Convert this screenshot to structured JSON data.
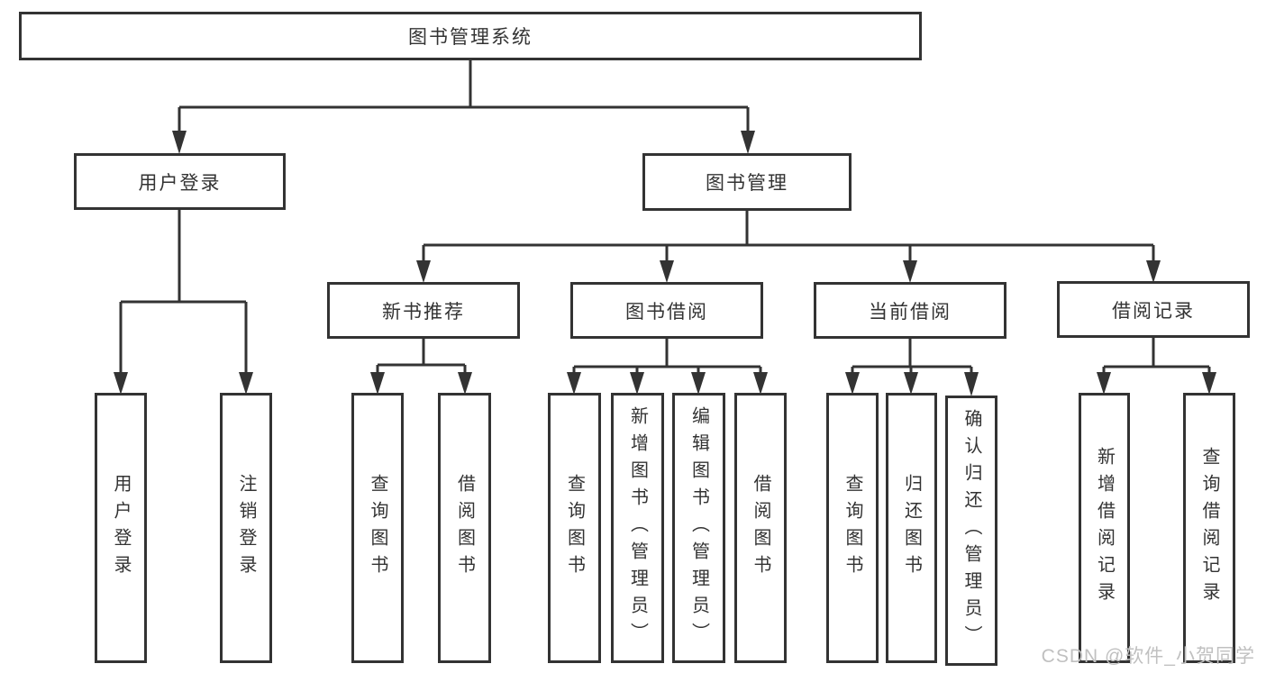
{
  "tree": {
    "root": {
      "label": "图书管理系统"
    },
    "level2": [
      {
        "label": "用户登录",
        "children": [
          {
            "label": "用户登录"
          },
          {
            "label": "注销登录"
          }
        ]
      },
      {
        "label": "图书管理",
        "children": [
          {
            "label": "新书推荐",
            "children": [
              {
                "label": "查询图书"
              },
              {
                "label": "借阅图书"
              }
            ]
          },
          {
            "label": "图书借阅",
            "children": [
              {
                "label": "查询图书"
              },
              {
                "label": "新增图书（管理员）"
              },
              {
                "label": "编辑图书（管理员）"
              },
              {
                "label": "借阅图书"
              }
            ]
          },
          {
            "label": "当前借阅",
            "children": [
              {
                "label": "查询图书"
              },
              {
                "label": "归还图书"
              },
              {
                "label": "确认归还（管理员）"
              }
            ]
          },
          {
            "label": "借阅记录",
            "children": [
              {
                "label": "新增借阅记录"
              },
              {
                "label": "查询借阅记录"
              }
            ]
          }
        ]
      }
    ]
  },
  "watermark": {
    "text": "CSDN @软件_小贺同学"
  },
  "colors": {
    "line": "#333333",
    "box_border": "#333333",
    "text": "#333333",
    "watermark": "#c0c0c0",
    "background": "#ffffff"
  }
}
